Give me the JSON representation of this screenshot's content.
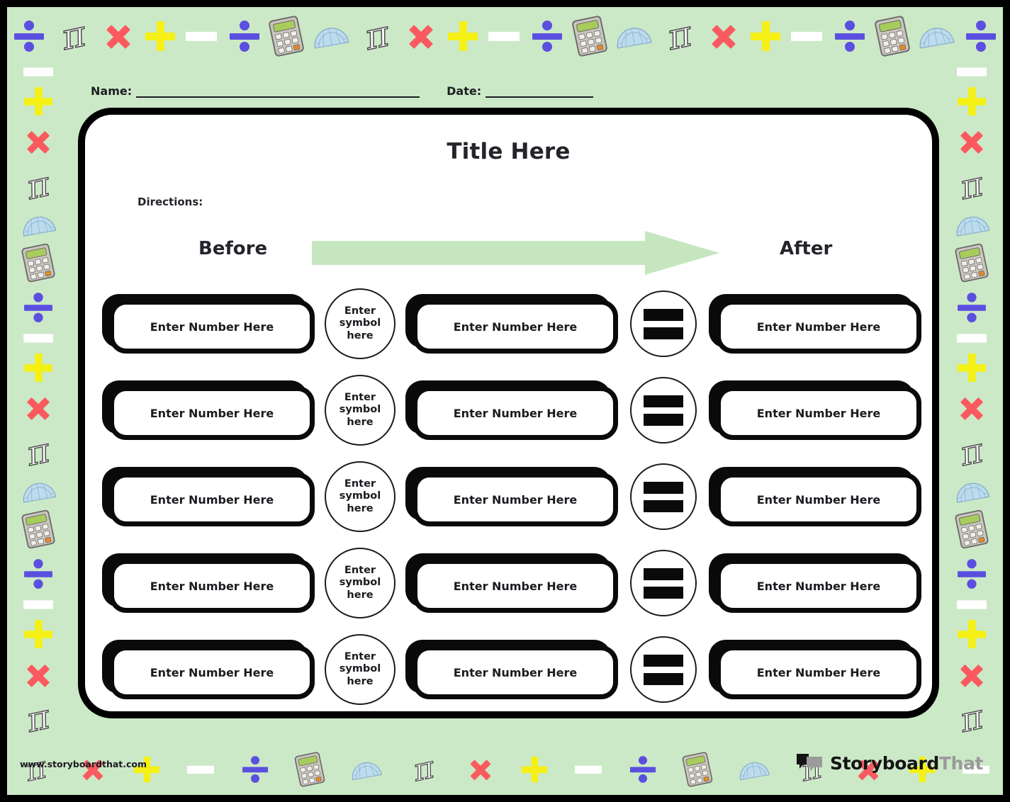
{
  "theme": {
    "page_background": "#cce9c7",
    "frame_color": "#000000",
    "card_background": "#ffffff",
    "ink": "#24242b",
    "divide_color": "#5b4fe0",
    "multiply_color": "#fa5a5f",
    "plus_color": "#f5f015",
    "minus_color": "#ffffff",
    "arrow_color": "#c6e6c0"
  },
  "header": {
    "name_label": "Name:",
    "date_label": "Date:"
  },
  "worksheet": {
    "title": "Title Here",
    "directions_label": "Directions:",
    "before_label": "Before",
    "after_label": "After",
    "number_placeholder": "Enter Number Here",
    "symbol_placeholder_lines": [
      "Enter",
      "symbol",
      "here"
    ],
    "equals_symbol": "=",
    "rows": [
      {
        "before": "Enter Number Here",
        "symbol": "Enter symbol here",
        "middle": "Enter Number Here",
        "equals": "=",
        "after": "Enter Number Here"
      },
      {
        "before": "Enter Number Here",
        "symbol": "Enter symbol here",
        "middle": "Enter Number Here",
        "equals": "=",
        "after": "Enter Number Here"
      },
      {
        "before": "Enter Number Here",
        "symbol": "Enter symbol here",
        "middle": "Enter Number Here",
        "equals": "=",
        "after": "Enter Number Here"
      },
      {
        "before": "Enter Number Here",
        "symbol": "Enter symbol here",
        "middle": "Enter Number Here",
        "equals": "=",
        "after": "Enter Number Here"
      },
      {
        "before": "Enter Number Here",
        "symbol": "Enter symbol here",
        "middle": "Enter Number Here",
        "equals": "=",
        "after": "Enter Number Here"
      }
    ]
  },
  "border_pattern": {
    "top": [
      "divide-icon",
      "pi-icon",
      "multiply-icon",
      "plus-icon",
      "minus-icon",
      "divide-icon",
      "calculator-icon",
      "protractor-icon",
      "pi-icon",
      "multiply-icon",
      "plus-icon",
      "minus-icon",
      "divide-icon",
      "calculator-icon",
      "protractor-icon",
      "pi-icon",
      "multiply-icon",
      "plus-icon",
      "minus-icon",
      "divide-icon",
      "calculator-icon",
      "protractor-icon",
      "divide-icon"
    ],
    "bottom": [
      "pi-icon",
      "multiply-icon",
      "plus-icon",
      "minus-icon",
      "divide-icon",
      "calculator-icon",
      "protractor-icon",
      "pi-icon",
      "multiply-icon",
      "plus-icon",
      "minus-icon",
      "divide-icon",
      "calculator-icon",
      "protractor-icon",
      "pi-icon",
      "multiply-icon",
      "plus-icon",
      "minus-icon"
    ],
    "left": [
      "minus-icon",
      "plus-icon",
      "multiply-icon",
      "pi-icon",
      "protractor-icon",
      "calculator-icon",
      "divide-icon",
      "minus-icon",
      "plus-icon",
      "multiply-icon",
      "pi-icon",
      "protractor-icon",
      "calculator-icon",
      "divide-icon",
      "minus-icon",
      "plus-icon",
      "multiply-icon",
      "pi-icon"
    ],
    "right": [
      "minus-icon",
      "plus-icon",
      "multiply-icon",
      "pi-icon",
      "protractor-icon",
      "calculator-icon",
      "divide-icon",
      "minus-icon",
      "plus-icon",
      "multiply-icon",
      "pi-icon",
      "protractor-icon",
      "calculator-icon",
      "divide-icon",
      "minus-icon",
      "plus-icon",
      "multiply-icon",
      "pi-icon"
    ]
  },
  "footer": {
    "url": "www.storyboardthat.com",
    "brand_primary": "Storyboard",
    "brand_secondary": "That"
  }
}
